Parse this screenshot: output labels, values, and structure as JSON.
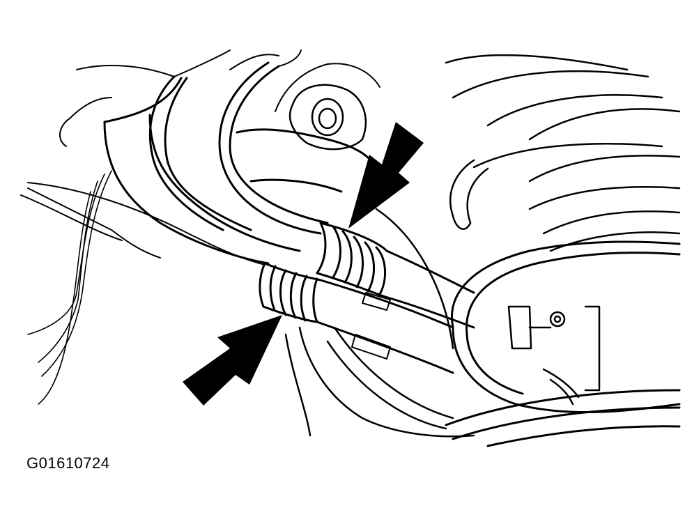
{
  "figure": {
    "caption": "G01610724",
    "stroke_color": "#000000",
    "background_color": "#ffffff",
    "arrows": [
      {
        "name": "arrow-upper",
        "points_to": "upper-hose-boot"
      },
      {
        "name": "arrow-lower",
        "points_to": "lower-hose-boot"
      }
    ]
  }
}
